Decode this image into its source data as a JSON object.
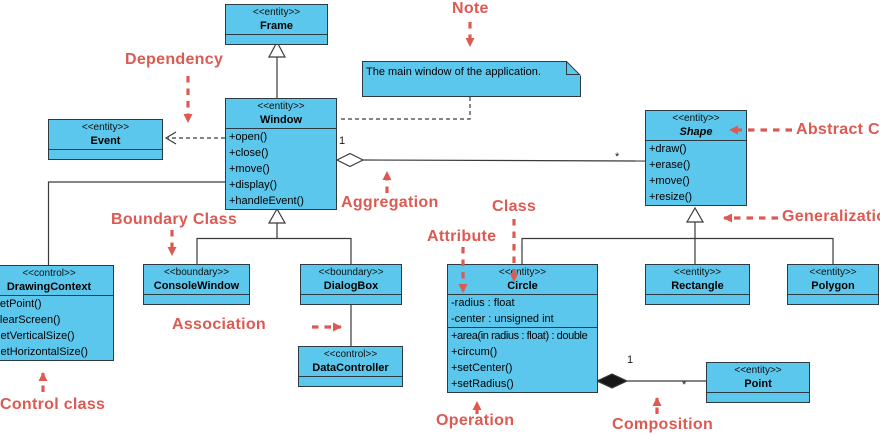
{
  "diagram": {
    "classes": {
      "frame": {
        "stereotype": "<<entity>>",
        "name": "Frame"
      },
      "window": {
        "stereotype": "<<entity>>",
        "name": "Window",
        "operations": [
          "+open()",
          "+close()",
          "+move()",
          "+display()",
          "+handleEvent()"
        ]
      },
      "event": {
        "stereotype": "<<entity>>",
        "name": "Event"
      },
      "shape": {
        "stereotype": "<<entity>>",
        "name": "Shape",
        "operations": [
          "+draw()",
          "+erase()",
          "+move()",
          "+resize()"
        ]
      },
      "drawingContext": {
        "stereotype": "<<control>>",
        "name": "DrawingContext",
        "operations": [
          "+setPoint()",
          "+clearScreen()",
          "+getVerticalSize()",
          "+getHorizontalSize()"
        ]
      },
      "consoleWindow": {
        "stereotype": "<<boundary>>",
        "name": "ConsoleWindow"
      },
      "dialogBox": {
        "stereotype": "<<boundary>>",
        "name": "DialogBox"
      },
      "dataController": {
        "stereotype": "<<control>>",
        "name": "DataController"
      },
      "circle": {
        "stereotype": "<<entity>>",
        "name": "Circle",
        "attributes": [
          "-radius : float",
          "-center : unsigned int"
        ],
        "operations": [
          "+area(in radius : float) : double",
          "+circum()",
          "+setCenter()",
          "+setRadius()"
        ]
      },
      "rectangle": {
        "stereotype": "<<entity>>",
        "name": "Rectangle"
      },
      "polygon": {
        "stereotype": "<<entity>>",
        "name": "Polygon"
      },
      "point": {
        "stereotype": "<<entity>>",
        "name": "Point"
      }
    },
    "note": {
      "text": "The main window of the application."
    },
    "multiplicities": {
      "aggregation_window_side": "1",
      "aggregation_shape_side": "*",
      "composition_circle_side": "1",
      "composition_point_side": "*"
    },
    "annotations": {
      "note": "Note",
      "dependency": "Dependency",
      "abstract_class": "Abstract Class",
      "aggregation": "Aggregation",
      "class": "Class",
      "attribute": "Attribute",
      "boundary_class": "Boundary Class",
      "association": "Association",
      "generalization": "Generalization",
      "control_class": "Control class",
      "operation": "Operation",
      "composition": "Composition"
    },
    "colors": {
      "node_fill": "#5cc7ec",
      "node_border": "#2e3a42",
      "annotation_red": "#dd5a52",
      "connector": "#3a3a3a",
      "background": "#ffffff"
    }
  }
}
